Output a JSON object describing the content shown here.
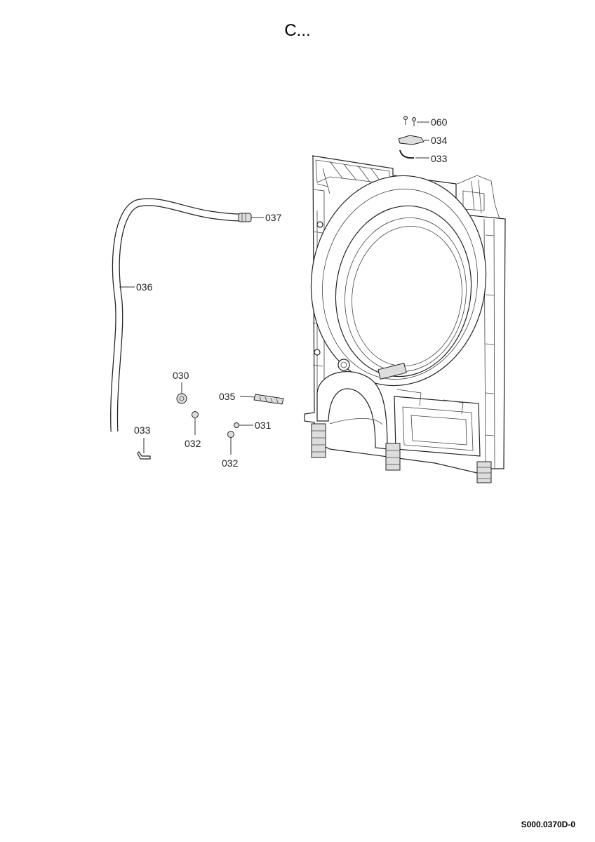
{
  "title": "C...",
  "footer_code": "S000.0370D-0",
  "callouts": {
    "c060": "060",
    "c034": "034",
    "c033_top": "033",
    "c037": "037",
    "c036": "036",
    "c030": "030",
    "c035": "035",
    "c031": "031",
    "c032_left": "032",
    "c033_left": "033",
    "c032_mid": "032"
  }
}
